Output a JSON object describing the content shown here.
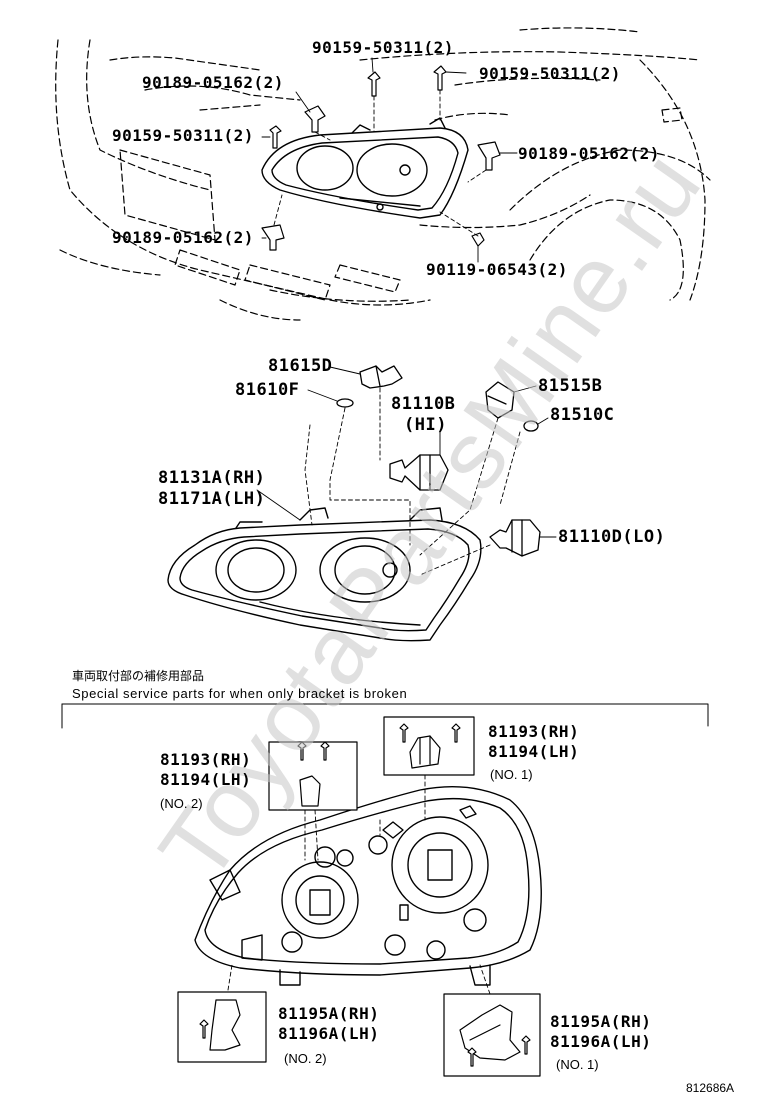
{
  "watermark": "ToyotaPartsMine.ru",
  "callouts": {
    "p90159_a": "90159-50311(2)",
    "p90159_b": "90159-50311(2)",
    "p90159_c": "90159-50311(2)",
    "p90189_a": "90189-05162(2)",
    "p90189_b": "90189-05162(2)",
    "p90189_c": "90189-05162(2)",
    "p90119": "90119-06543(2)",
    "p81615d": "81615D",
    "p81610f": "81610F",
    "p81515b": "81515B",
    "p81510c": "81510C",
    "p81110b": "81110B",
    "p81110b_hi": "(HI)",
    "p81131a": "81131A(RH)",
    "p81171a": "81171A(LH)",
    "p81110d": "81110D(LO)",
    "p81193_top": "81193(RH)",
    "p81194_top": "81194(LH)",
    "no1_top": "(NO. 1)",
    "p81193_left": "81193(RH)",
    "p81194_left": "81194(LH)",
    "no2_left": "(NO. 2)",
    "p81195_left": "81195A(RH)",
    "p81196_left": "81196A(LH)",
    "no2_bottom": "(NO. 2)",
    "p81195_right": "81195A(RH)",
    "p81196_right": "81196A(LH)",
    "no1_bottom": "(NO. 1)"
  },
  "section": {
    "japanese_title": "車両取付部の補修用部品",
    "english_title": "Special service parts for when only bracket is broken"
  },
  "figure_id": "812686A"
}
